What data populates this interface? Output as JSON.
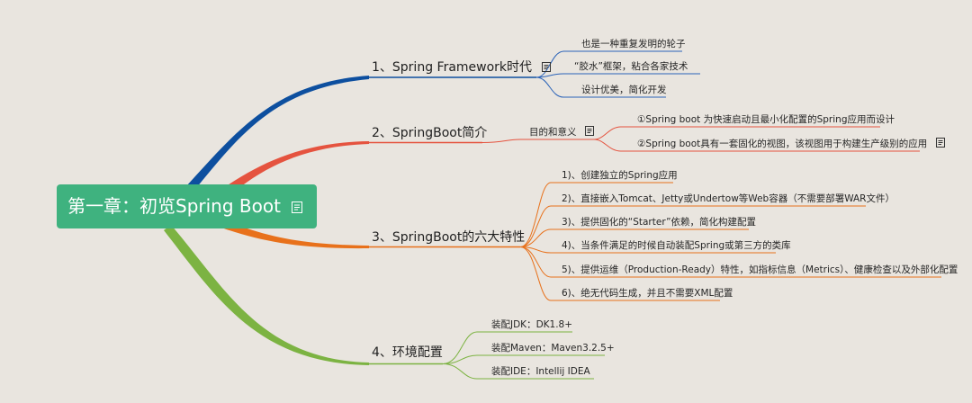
{
  "colors": {
    "background": "#e9e5df",
    "root": "#3fb27f",
    "branch1": "#0d4f9f",
    "branch2": "#e5533f",
    "branch3": "#e8711b",
    "branch4": "#7cb342"
  },
  "root": {
    "label": "第一章：初览Spring Boot",
    "icon": "note-icon"
  },
  "branches": [
    {
      "label": "1、Spring Framework时代",
      "icon": "note-icon",
      "children": [
        {
          "label": "也是一种重复发明的轮子"
        },
        {
          "label": "“胶水”框架，粘合各家技术"
        },
        {
          "label": "设计优美，简化开发"
        }
      ]
    },
    {
      "label": "2、SpringBoot简介",
      "sub": {
        "label": "目的和意义",
        "icon": "note-icon"
      },
      "children": [
        {
          "label": "①Spring boot 为快速启动且最小化配置的Spring应用而设计"
        },
        {
          "label": "②Spring boot具有一套固化的视图，该视图用于构建生产级别的应用",
          "icon": "note-icon"
        }
      ]
    },
    {
      "label": "3、SpringBoot的六大特性",
      "children": [
        {
          "label": "1)、创建独立的Spring应用"
        },
        {
          "label": "2)、直接嵌入Tomcat、Jetty或Undertow等Web容器（不需要部署WAR文件）"
        },
        {
          "label": "3)、提供固化的“Starter”依赖，简化构建配置"
        },
        {
          "label": "4)、当条件满足的时候自动装配Spring或第三方的类库"
        },
        {
          "label": "5)、提供运维（Production-Ready）特性，如指标信息（Metrics）、健康检查以及外部化配置"
        },
        {
          "label": "6)、绝无代码生成，并且不需要XML配置"
        }
      ]
    },
    {
      "label": "4、环境配置",
      "children": [
        {
          "label": "装配JDK：DK1.8+"
        },
        {
          "label": "装配Maven：Maven3.2.5+"
        },
        {
          "label": "装配IDE：Intellij IDEA"
        }
      ]
    }
  ]
}
